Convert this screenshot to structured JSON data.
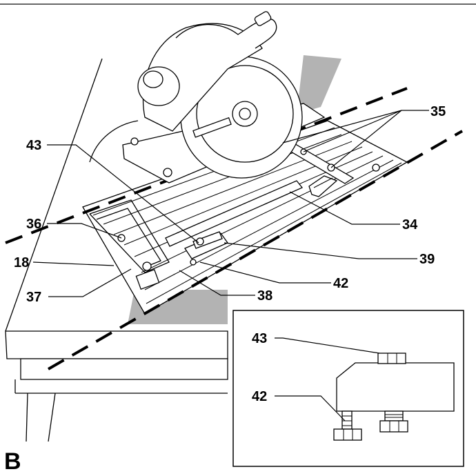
{
  "figure": {
    "letter": "B",
    "callouts": {
      "c35": "35",
      "c43": "43",
      "c36": "36",
      "c18": "18",
      "c37": "37",
      "c34": "34",
      "c39": "39",
      "c42": "42",
      "c38": "38",
      "inset_43": "43",
      "inset_42": "42"
    }
  }
}
